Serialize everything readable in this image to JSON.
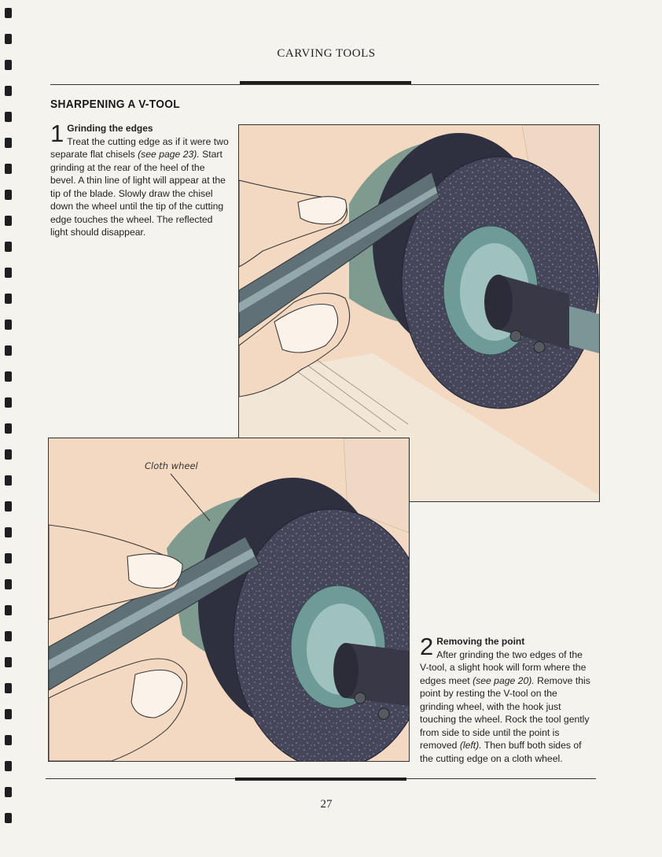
{
  "running_head": "CARVING TOOLS",
  "section_title": "SHARPENING A V-TOOL",
  "step1": {
    "number": "1",
    "heading": "Grinding the edges",
    "text_a": "Treat the cutting edge as if it were two separate flat chisels ",
    "ref": "(see page 23).",
    "text_b": " Start grinding at the rear of the heel of the bevel. A thin line of light will appear at the tip of the blade. Slowly draw the chisel down the wheel until the tip of the cutting edge touches the wheel. The reflected light should disappear."
  },
  "step2": {
    "number": "2",
    "heading": "Removing the point",
    "text_a": "After grinding the two edges of the V-tool, a slight hook will form where the edges meet ",
    "ref": "(see page 20).",
    "text_b": " Remove this point by resting the V-tool on the grinding wheel, with the hook just touching the wheel. Rock the tool gently from side to side until the point is removed ",
    "ref2": "(left).",
    "text_c": " Then buff both sides of the cutting edge on a cloth wheel."
  },
  "callout": "Cloth wheel",
  "folio": "27",
  "colors": {
    "skin": "#f4d9c2",
    "wheel_dark": "#3d3d50",
    "wheel_face": "#45465a",
    "cloth": "#7f9a8e",
    "hub": "#6e9a98",
    "tool": "#5f7176"
  }
}
